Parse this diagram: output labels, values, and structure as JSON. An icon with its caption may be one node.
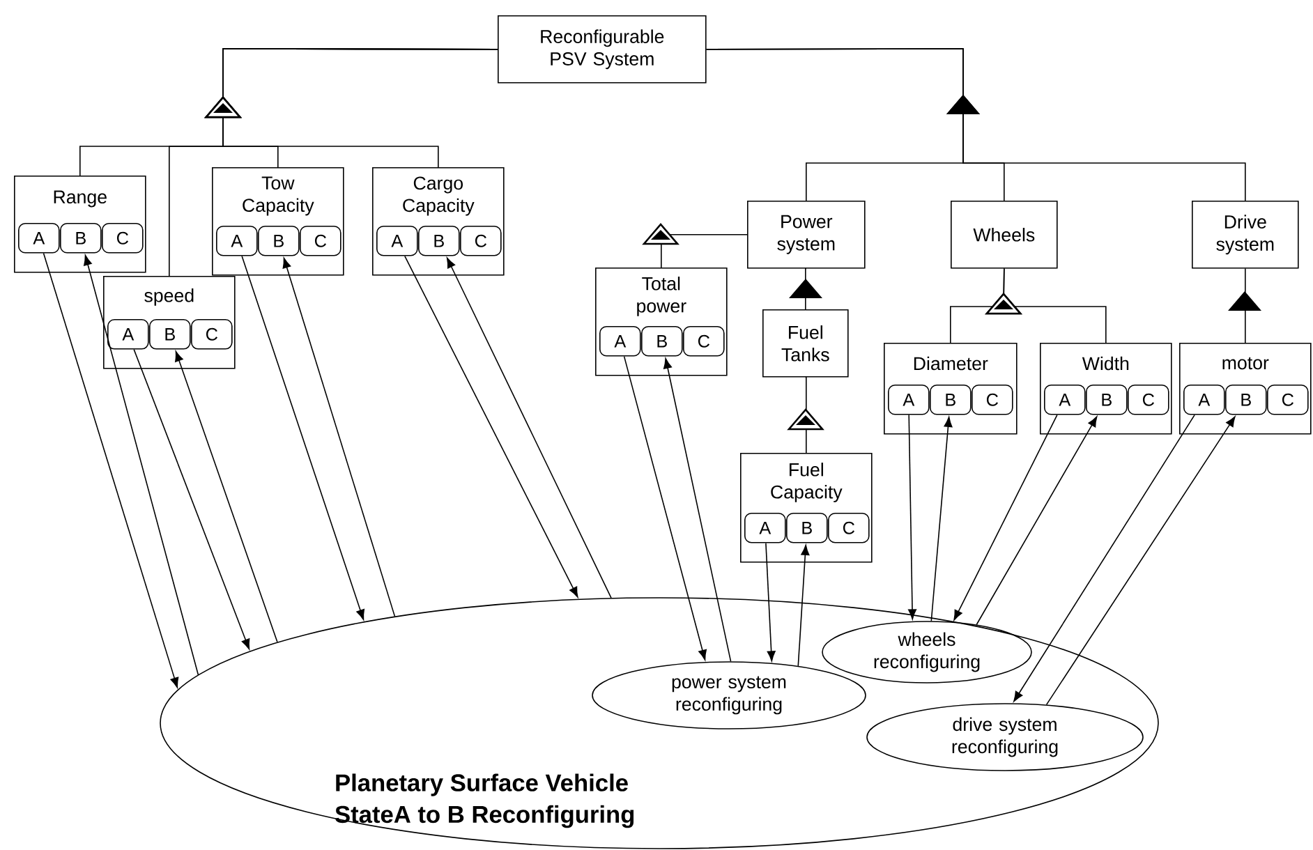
{
  "diagram": {
    "nodes": [
      {
        "text": [
          "Reconfigurable PSV System"
        ]
      },
      {
        "text": [
          "Range"
        ]
      },
      {
        "text": [
          "A"
        ],
        "in": 1
      },
      {
        "text": [
          "B"
        ],
        "in": 1
      },
      {
        "text": [
          "C"
        ],
        "in": 1
      },
      {
        "text": [
          "speed"
        ]
      },
      {
        "text": [
          "A"
        ],
        "in": 5
      },
      {
        "text": [
          "B"
        ],
        "in": 5
      },
      {
        "text": [
          "C"
        ],
        "in": 5
      },
      {
        "text": [
          "Tow Capacity"
        ]
      },
      {
        "text": [
          "A"
        ],
        "in": 9
      },
      {
        "text": [
          "B"
        ],
        "in": 9
      },
      {
        "text": [
          "C"
        ],
        "in": 9
      },
      {
        "text": [
          "Cargo Capacity"
        ]
      },
      {
        "text": [
          "A"
        ],
        "in": 13
      },
      {
        "text": [
          "B"
        ],
        "in": 13
      },
      {
        "text": [
          "C"
        ],
        "in": 13
      },
      {
        "text": [
          "Power system"
        ]
      },
      {
        "text": [
          "Wheels"
        ]
      },
      {
        "text": [
          "Drive system"
        ]
      },
      {
        "text": [
          "Total power"
        ]
      },
      {
        "text": [
          "A"
        ],
        "in": 20
      },
      {
        "text": [
          "B"
        ],
        "in": 20
      },
      {
        "text": [
          "C"
        ],
        "in": 20
      },
      {
        "text": [
          "Fuel Tanks"
        ]
      },
      {
        "text": [
          "Fuel Capacity"
        ]
      },
      {
        "text": [
          "A"
        ],
        "in": 25
      },
      {
        "text": [
          "B"
        ],
        "in": 25
      },
      {
        "text": [
          "C"
        ],
        "in": 25
      },
      {
        "text": [
          "Diameter"
        ]
      },
      {
        "text": [
          "A"
        ],
        "in": 29
      },
      {
        "text": [
          "B"
        ],
        "in": 29
      },
      {
        "text": [
          "C"
        ],
        "in": 29
      },
      {
        "text": [
          "Width"
        ]
      },
      {
        "text": [
          "A"
        ],
        "in": 33
      },
      {
        "text": [
          "B"
        ],
        "in": 33
      },
      {
        "text": [
          "C"
        ],
        "in": 33
      },
      {
        "text": [
          "motor"
        ]
      },
      {
        "text": [
          "A"
        ],
        "in": 37
      },
      {
        "text": [
          "B"
        ],
        "in": 37
      },
      {
        "text": [
          "C"
        ],
        "in": 37
      },
      {
        "text": [
          "Planetary Surface Vehicle StateA to B Reconfiguring"
        ]
      },
      {
        "text": [
          "power system reconfiguring"
        ],
        "in": 41
      },
      {
        "text": [
          "wheels reconfiguring"
        ],
        "in": 41
      },
      {
        "text": [
          "drive system reconfiguring"
        ],
        "in": 41
      }
    ],
    "edges": [
      {
        "from": 1,
        "to": 0,
        "arrow": "to"
      },
      {
        "from": 5,
        "to": 0,
        "arrow": "to"
      },
      {
        "from": 9,
        "to": 0,
        "arrow": "to"
      },
      {
        "from": 13,
        "to": 0,
        "arrow": "to"
      },
      {
        "from": 17,
        "to": 0,
        "arrow": "to"
      },
      {
        "from": 18,
        "to": 0,
        "arrow": "to"
      },
      {
        "from": 19,
        "to": 0,
        "arrow": "to"
      },
      {
        "from": 20,
        "to": 17,
        "arrow": "to"
      },
      {
        "from": 24,
        "to": 17,
        "arrow": "to"
      },
      {
        "from": 25,
        "to": 24,
        "arrow": "to"
      },
      {
        "from": 29,
        "to": 18,
        "arrow": "to"
      },
      {
        "from": 33,
        "to": 18,
        "arrow": "to"
      },
      {
        "from": 37,
        "to": 19,
        "arrow": "to"
      },
      {
        "from": 2,
        "to": 41,
        "arrow": "to"
      },
      {
        "from": 41,
        "to": 3,
        "arrow": "to"
      },
      {
        "from": 6,
        "to": 41,
        "arrow": "to"
      },
      {
        "from": 41,
        "to": 7,
        "arrow": "to"
      },
      {
        "from": 10,
        "to": 41,
        "arrow": "to"
      },
      {
        "from": 41,
        "to": 11,
        "arrow": "to"
      },
      {
        "from": 14,
        "to": 41,
        "arrow": "to"
      },
      {
        "from": 41,
        "to": 15,
        "arrow": "to"
      },
      {
        "from": 21,
        "to": 42,
        "arrow": "to"
      },
      {
        "from": 42,
        "to": 22,
        "arrow": "to"
      },
      {
        "from": 26,
        "to": 42,
        "arrow": "to"
      },
      {
        "from": 42,
        "to": 27,
        "arrow": "to"
      },
      {
        "from": 30,
        "to": 43,
        "arrow": "to"
      },
      {
        "from": 43,
        "to": 31,
        "arrow": "to"
      },
      {
        "from": 34,
        "to": 43,
        "arrow": "to"
      },
      {
        "from": 43,
        "to": 35,
        "arrow": "to"
      },
      {
        "from": 38,
        "to": 44,
        "arrow": "to"
      },
      {
        "from": 44,
        "to": 39,
        "arrow": "to"
      }
    ]
  }
}
